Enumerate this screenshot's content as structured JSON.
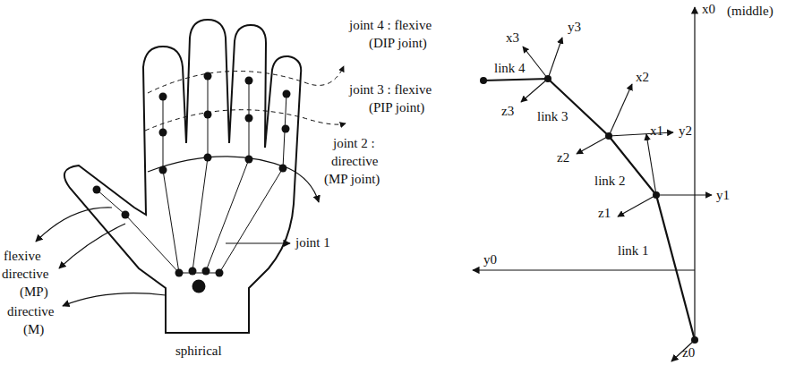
{
  "diagram": {
    "labels": [
      "joint 4 : flexive",
      "(DIP joint)",
      "joint 3 : flexive",
      "(PIP joint)",
      "joint 2 :",
      "directive",
      "(MP joint)",
      "joint 1",
      "flexive",
      "directive",
      "(MP)",
      "directive",
      "(M)",
      "sphirical",
      "x0",
      "(middle)",
      "y0",
      "z0",
      "x1",
      "y1",
      "z1",
      "x2",
      "y2",
      "z2",
      "x3",
      "y3",
      "z3",
      "link 4",
      "link 3",
      "link 2",
      "link 1"
    ]
  }
}
